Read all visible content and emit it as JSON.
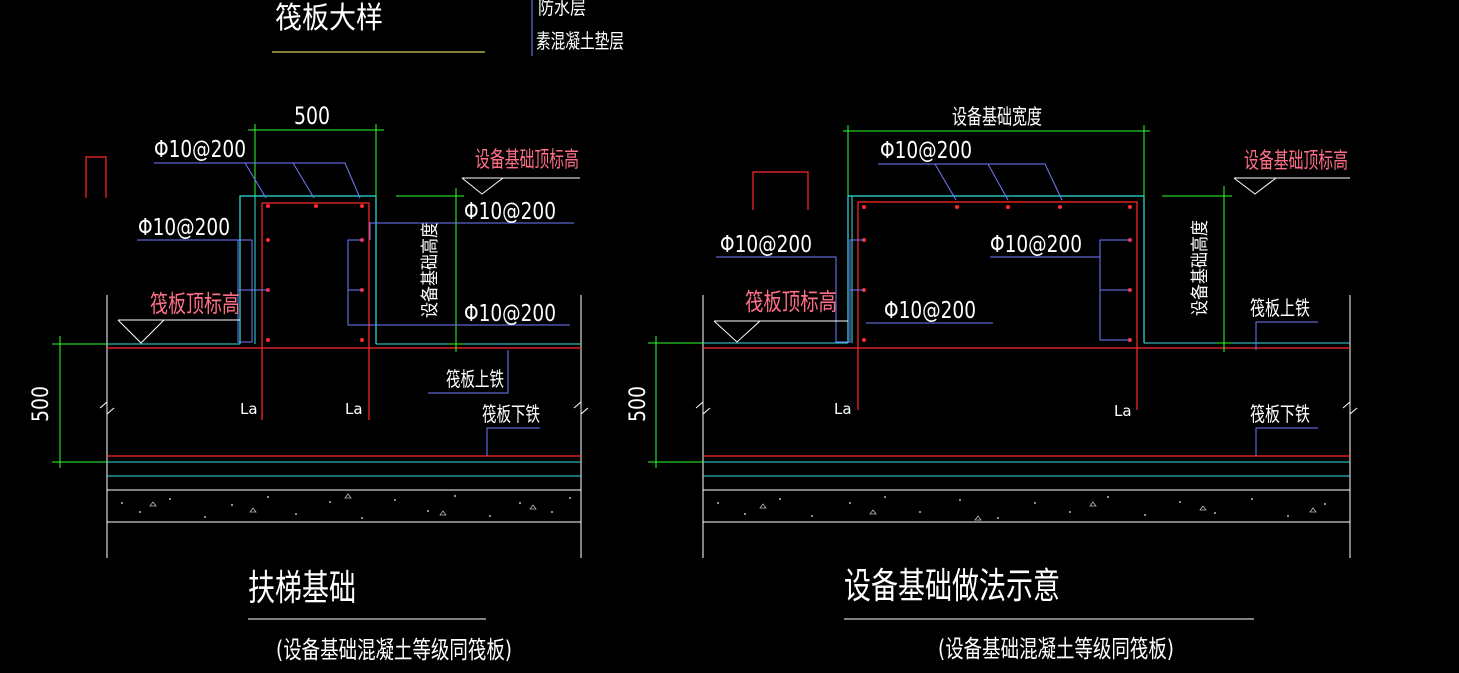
{
  "colors": {
    "background": "#000000",
    "rebar": "#ff2a2a",
    "concrete_outline": "#36e0e0",
    "callout": "#6f7bff",
    "dimension": "#2dff2d",
    "text": "#ffffff",
    "elevation_text": "#ff6f86",
    "underline": "#ffff66",
    "cushion_line": "#ffffff"
  },
  "top": {
    "title_partial": "筏板大样",
    "layer_waterproof": "防水层",
    "layer_cushion": "素混凝土垫层"
  },
  "left": {
    "dim_width": "500",
    "rebar_top": "Φ10@200",
    "rebar_left": "Φ10@200",
    "rebar_right_upper": "Φ10@200",
    "rebar_right_lower": "Φ10@200",
    "equip_top_elev": "设备基础顶标高",
    "raft_top_elev": "筏板顶标高",
    "equip_height": "设备基础高度",
    "raft_top_steel": "筏板上铁",
    "raft_bottom_steel": "筏板下铁",
    "la_left": "La",
    "la_right": "La",
    "dim_thickness": "500",
    "title": "扶梯基础",
    "note": "(设备基础混凝土等级同筏板)"
  },
  "right": {
    "dim_width": "设备基础宽度",
    "rebar_top": "Φ10@200",
    "rebar_left": "Φ10@200",
    "rebar_right": "Φ10@200",
    "rebar_mid": "Φ10@200",
    "equip_top_elev": "设备基础顶标高",
    "raft_top_elev": "筏板顶标高",
    "equip_height": "设备基础高度",
    "raft_top_steel": "筏板上铁",
    "raft_bottom_steel": "筏板下铁",
    "la_left": "La",
    "la_right": "La",
    "dim_thickness": "500",
    "title": "设备基础做法示意",
    "note": "(设备基础混凝土等级同筏板)"
  }
}
